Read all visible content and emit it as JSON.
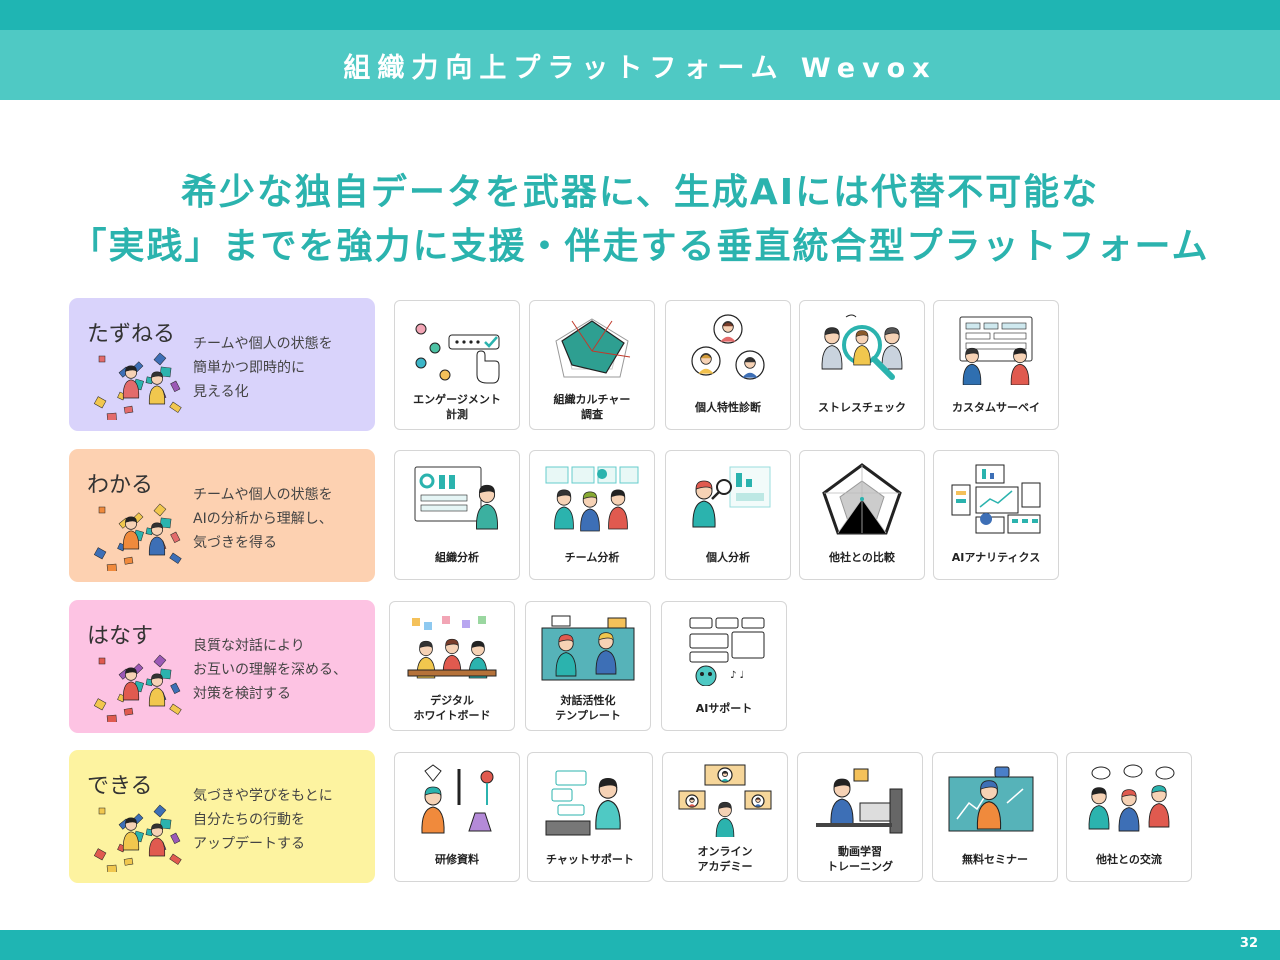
{
  "header": {
    "title": "組織力向上プラットフォーム Wevox"
  },
  "headline": {
    "line1": "希少な独自データを武器に、生成AIには代替不可能な",
    "line2": "「実践」までを強力に支援・伴走する垂直統合型プラットフォーム"
  },
  "rows": [
    {
      "title": "たずねる",
      "description": "チームや個人の状態を\n簡単かつ即時的に\n見える化",
      "color": "#d9d3fb",
      "tiles": [
        {
          "label": "エンゲージメント\n計測",
          "icon": "engagement-survey-icon"
        },
        {
          "label": "組織カルチャー\n調査",
          "icon": "radar-chart-icon"
        },
        {
          "label": "個人特性診断",
          "icon": "personality-profiles-icon"
        },
        {
          "label": "ストレスチェック",
          "icon": "magnifier-people-icon"
        },
        {
          "label": "カスタムサーベイ",
          "icon": "custom-survey-board-icon"
        }
      ]
    },
    {
      "title": "わかる",
      "description": "チームや個人の状態を\nAIの分析から理解し、\n気づきを得る",
      "color": "#fdd1b1",
      "tiles": [
        {
          "label": "組織分析",
          "icon": "dashboard-presenter-icon"
        },
        {
          "label": "チーム分析",
          "icon": "team-charts-icon"
        },
        {
          "label": "個人分析",
          "icon": "person-magnifier-icon"
        },
        {
          "label": "他社との比較",
          "icon": "pentagon-radar-icon"
        },
        {
          "label": "AIアナリティクス",
          "icon": "analytics-panels-icon"
        }
      ]
    },
    {
      "title": "はなす",
      "description": "良質な対話により\nお互いの理解を深める、\n対策を検討する",
      "color": "#fdc3e3",
      "tiles": [
        {
          "label": "デジタル\nホワイトボード",
          "icon": "whiteboard-meeting-icon"
        },
        {
          "label": "対話活性化\nテンプレート",
          "icon": "dialogue-people-icon"
        },
        {
          "label": "AIサポート",
          "icon": "ai-robot-icon"
        }
      ]
    },
    {
      "title": "できる",
      "description": "気づきや学びをもとに\n自分たちの行動を\nアップデートする",
      "color": "#fdf3a0",
      "tiles": [
        {
          "label": "研修資料",
          "icon": "training-materials-icon"
        },
        {
          "label": "チャットサポート",
          "icon": "chat-support-icon"
        },
        {
          "label": "オンライン\nアカデミー",
          "icon": "online-academy-icon"
        },
        {
          "label": "動画学習\nトレーニング",
          "icon": "video-learning-icon"
        },
        {
          "label": "無料セミナー",
          "icon": "seminar-presenter-icon"
        },
        {
          "label": "他社との交流",
          "icon": "networking-people-icon"
        }
      ]
    }
  ],
  "colors": {
    "teal": "#1fb5b3",
    "teal_light": "#4fc9c4",
    "headline": "#2bb3ae"
  },
  "page_number": "32"
}
